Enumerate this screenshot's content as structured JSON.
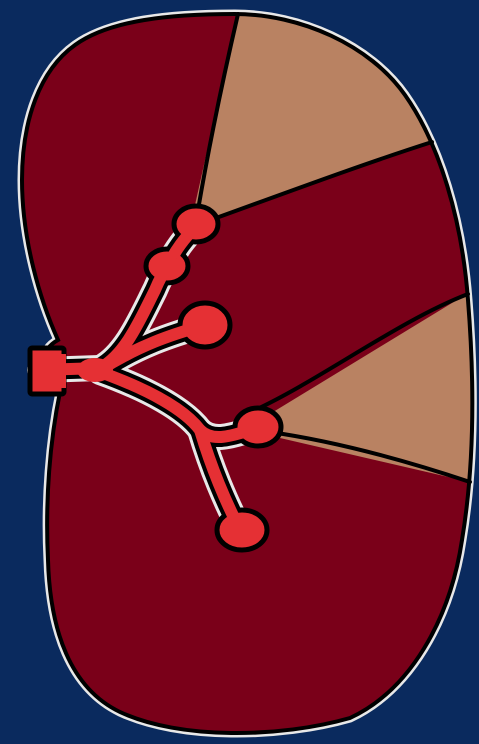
{
  "diagram": {
    "subject": "kidney-segments-illustration",
    "colors": {
      "background": "#0a2a5e",
      "organ_tissue": "#7a0019",
      "infarct_zone": "#b98262",
      "vessel": "#e53034",
      "outline": "#000000",
      "outline_halo": "#e8e8e8"
    },
    "regions": [
      {
        "name": "upper-segment",
        "fill_role": "organ_tissue"
      },
      {
        "name": "upper-wedge",
        "fill_role": "infarct_zone"
      },
      {
        "name": "middle-segment",
        "fill_role": "organ_tissue"
      },
      {
        "name": "middle-wedge",
        "fill_role": "infarct_zone"
      },
      {
        "name": "lower-segment",
        "fill_role": "organ_tissue"
      }
    ],
    "vessel_branches": 5
  }
}
